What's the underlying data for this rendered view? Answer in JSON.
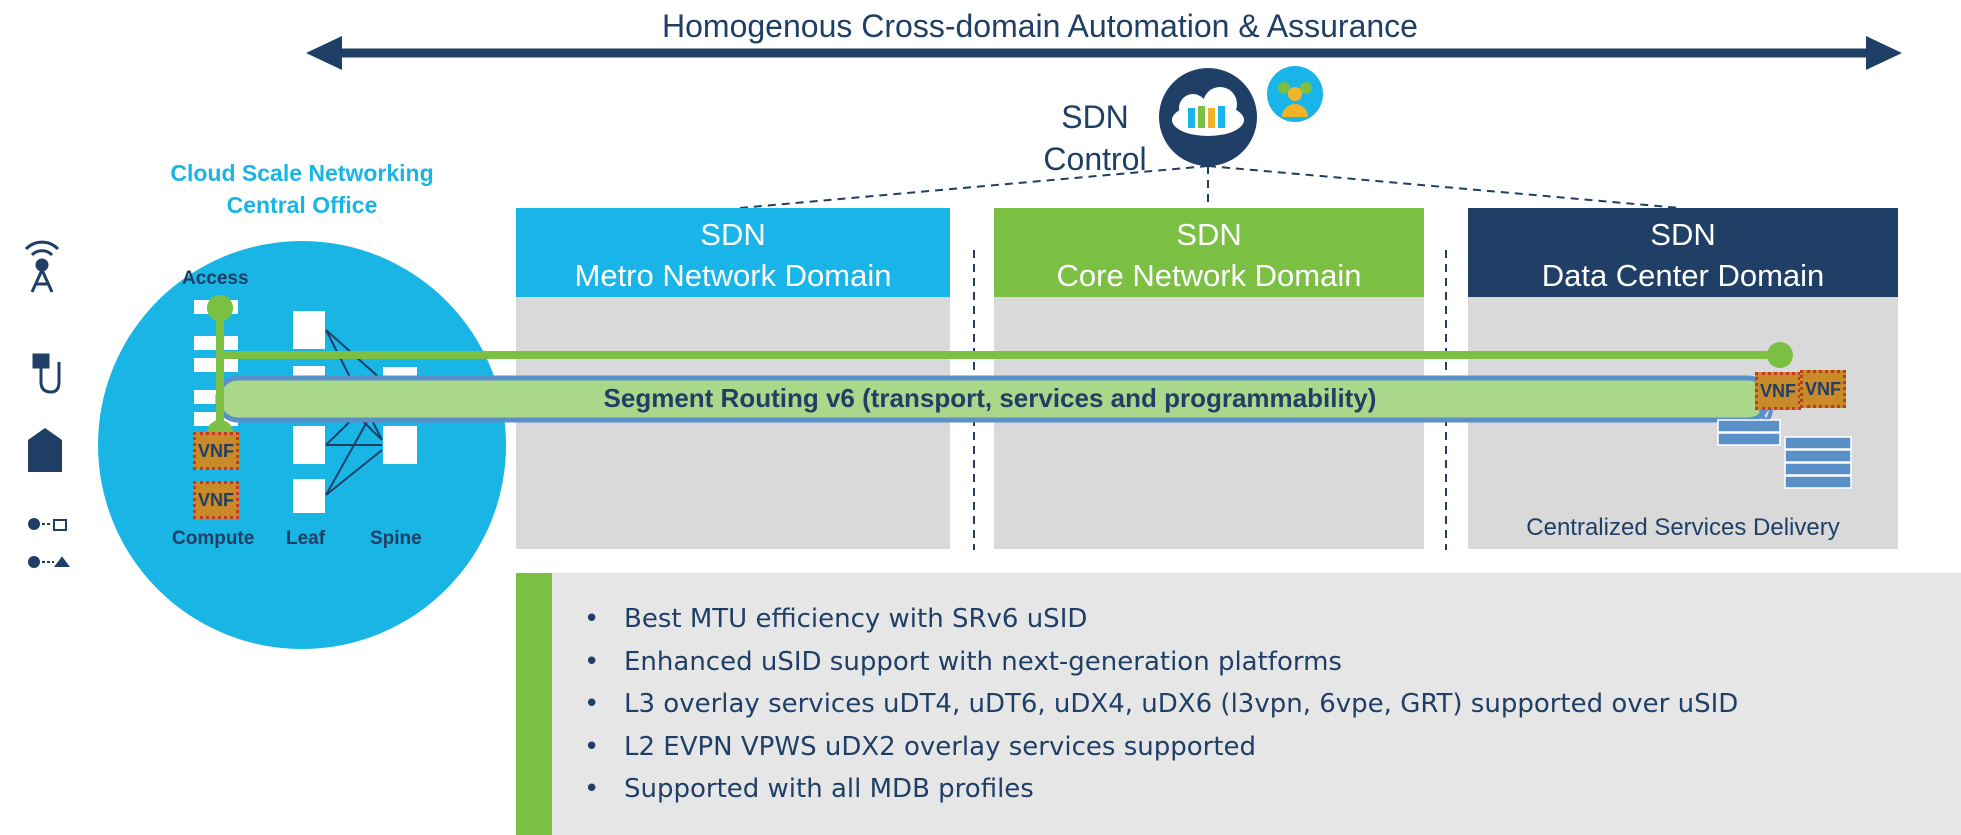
{
  "header": {
    "title": "Homogenous Cross-domain Automation & Assurance"
  },
  "sdn_control": {
    "label_line1": "SDN",
    "label_line2": "Control"
  },
  "cloud_office": {
    "title_line1": "Cloud Scale Networking",
    "title_line2": "Central Office",
    "access_label": "Access",
    "compute_label": "Compute",
    "leaf_label": "Leaf",
    "spine_label": "Spine",
    "vnf_label_1": "VNF",
    "vnf_label_2": "VNF"
  },
  "domains": [
    {
      "line1": "SDN",
      "line2": "Metro Network Domain",
      "color": "#1ab5e8"
    },
    {
      "line1": "SDN",
      "line2": "Core Network Domain",
      "color": "#7cc043"
    },
    {
      "line1": "SDN",
      "line2": "Data Center Domain",
      "color": "#1f3f66"
    }
  ],
  "segment_routing": {
    "label": "Segment Routing v6 (transport, services and programmability)"
  },
  "datacenter": {
    "vnf_label_1": "VNF",
    "vnf_label_2": "VNF",
    "services_label": "Centralized Services Delivery"
  },
  "left_icons": [
    "antenna-icon",
    "plug-icon",
    "building-icon",
    "network-users-icon"
  ],
  "bullets": [
    "Best MTU efficiency with SRv6 uSID",
    "Enhanced uSID support with next-generation platforms",
    "L3 overlay services uDT4, uDT6, uDX4, uDX6 (l3vpn, 6vpe, GRT) supported over uSID",
    "L2 EVPN VPWS uDX2 overlay services supported",
    "Supported with all MDB profiles"
  ],
  "colors": {
    "navy": "#1f3f66",
    "cyan": "#1ab5e8",
    "green": "#7cc043",
    "light_green": "#a9d88b",
    "grey": "#d9d9d9"
  }
}
